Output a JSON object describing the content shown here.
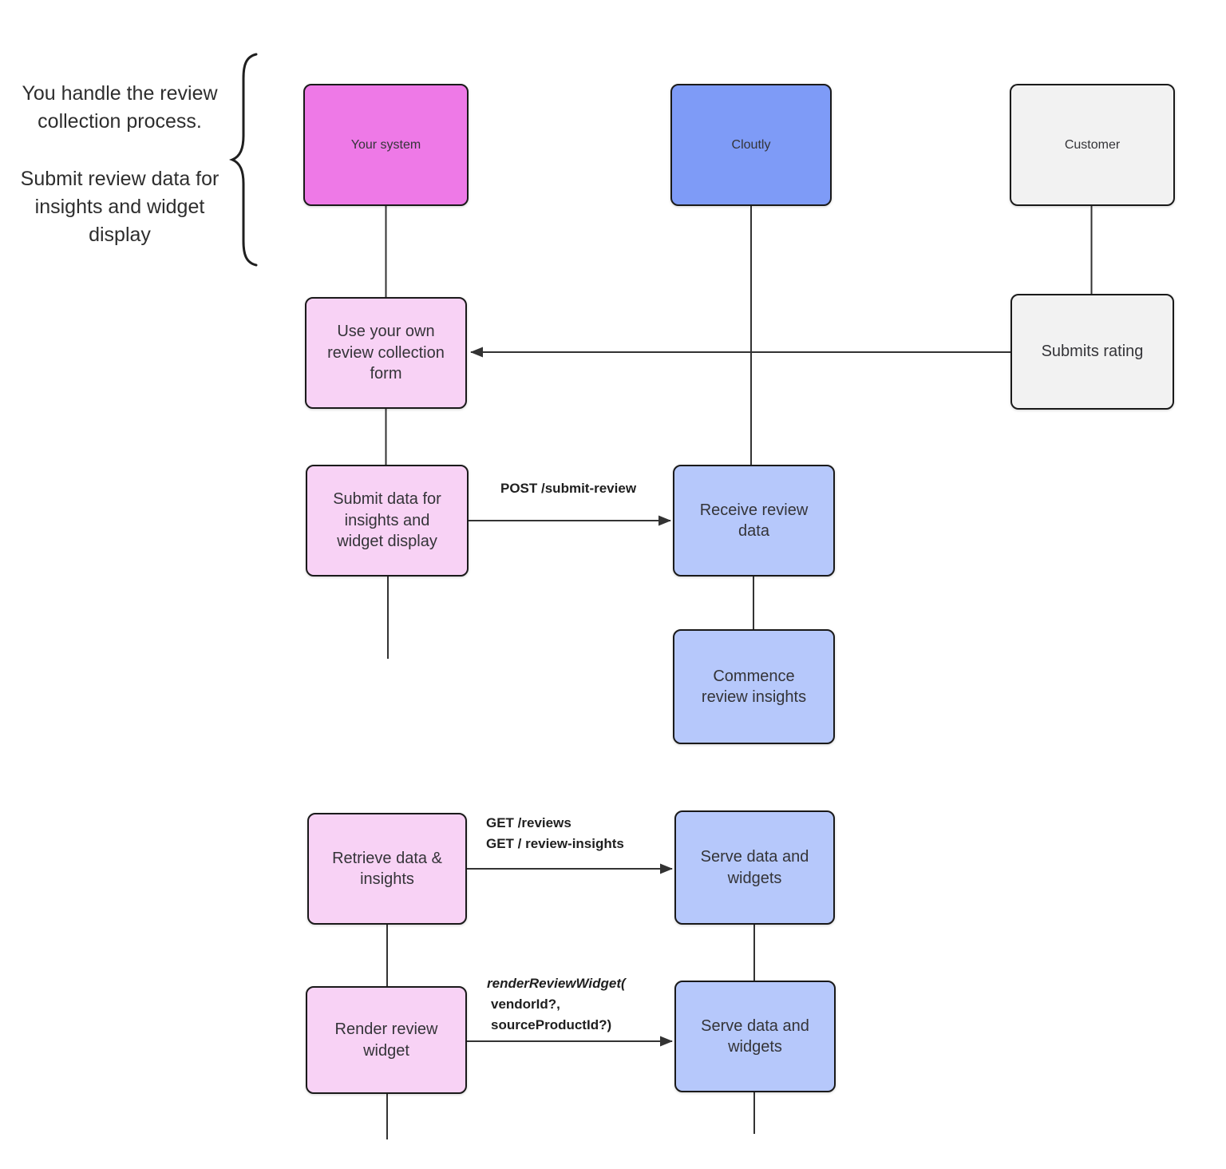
{
  "annotation": {
    "para1": "You handle the review\ncollection process.",
    "para2": "Submit review data for\ninsights and widget\ndisplay"
  },
  "actors": {
    "your_system": "Your system",
    "cloutly": "Cloutly",
    "customer": "Customer"
  },
  "nodes": {
    "use_form": "Use your own\nreview collection\nform",
    "submits_rating": "Submits rating",
    "submit_data": "Submit data for\ninsights and\nwidget display",
    "receive_review": "Receive review\ndata",
    "commence_insights": "Commence\nreview insights",
    "retrieve_data": "Retrieve data &\ninsights",
    "serve_widgets_1": "Serve data and\nwidgets",
    "render_widget": "Render review\nwidget",
    "serve_widgets_2": "Serve data and\nwidgets"
  },
  "arrow_labels": {
    "post_submit_review": "POST /submit-review",
    "get_reviews": "GET /reviews",
    "get_review_insights": "GET / review-insights",
    "render_widget_call": "renderReviewWidget(",
    "render_widget_arg1": "vendorId?,",
    "render_widget_arg2": "sourceProductId?)"
  },
  "colors": {
    "your_system_fill": "#ee79e7",
    "your_system_step_fill": "#f8d2f5",
    "cloutly_fill": "#7e9bf7",
    "cloutly_step_fill": "#b6c8fb",
    "customer_fill": "#f2f2f2",
    "line_stroke": "#333333",
    "box_border": "#1a1a1a"
  }
}
